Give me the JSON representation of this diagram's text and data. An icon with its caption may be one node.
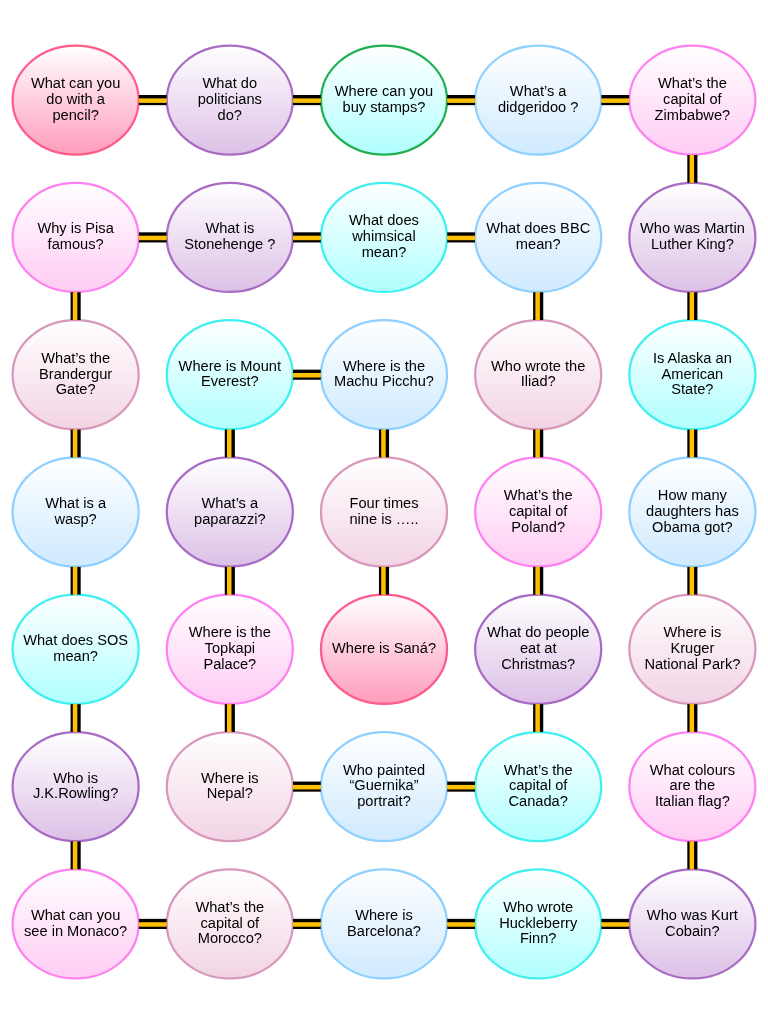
{
  "diagram": {
    "nodes": [
      {
        "text": [
          "What can you do with a pencil?"
        ]
      },
      {
        "text": [
          "What do politicians do?"
        ]
      },
      {
        "text": [
          "Where can you buy stamps?"
        ]
      },
      {
        "text": [
          "What’s a didgeridoo ?"
        ]
      },
      {
        "text": [
          "What’s the capital of Zimbabwe?"
        ]
      },
      {
        "text": [
          "Why is Pisa famous?"
        ]
      },
      {
        "text": [
          "What is Stonehenge ?"
        ]
      },
      {
        "text": [
          "What does whimsical mean?"
        ]
      },
      {
        "text": [
          "What does BBC mean?"
        ]
      },
      {
        "text": [
          "Who was Martin Luther King?"
        ]
      },
      {
        "text": [
          "What’s the Brandergur Gate?"
        ]
      },
      {
        "text": [
          "Where is Mount Everest?"
        ]
      },
      {
        "text": [
          "Where is the Machu Picchu?"
        ]
      },
      {
        "text": [
          "Who wrote the Iliad?"
        ]
      },
      {
        "text": [
          "Is Alaska an American State?"
        ]
      },
      {
        "text": [
          "What is a wasp?"
        ]
      },
      {
        "text": [
          "What’s a paparazzi?"
        ]
      },
      {
        "text": [
          "Four times nine is ….."
        ]
      },
      {
        "text": [
          "What’s the capital of Poland?"
        ]
      },
      {
        "text": [
          "How many daughters has Obama got?"
        ]
      },
      {
        "text": [
          "What does SOS mean?"
        ]
      },
      {
        "text": [
          "Where is the Topkapi Palace?"
        ]
      },
      {
        "text": [
          "Where is Saná?"
        ]
      },
      {
        "text": [
          "What do people eat at Christmas?"
        ]
      },
      {
        "text": [
          "Where is Kruger National Park?"
        ]
      },
      {
        "text": [
          "Who is J.K.Rowling?"
        ]
      },
      {
        "text": [
          "Where is Nepal?"
        ]
      },
      {
        "text": [
          "Who painted “Guernika” portrait?"
        ]
      },
      {
        "text": [
          "What’s the capital of Canada?"
        ]
      },
      {
        "text": [
          "What colours are the Italian flag?"
        ]
      },
      {
        "text": [
          "What can you see in Monaco?"
        ]
      },
      {
        "text": [
          "What’s the capital of Morocco?"
        ]
      },
      {
        "text": [
          "Where is Barcelona?"
        ]
      },
      {
        "text": [
          "Who wrote Huckleberry Finn?"
        ]
      },
      {
        "text": [
          "Who was Kurt Cobain?"
        ]
      }
    ],
    "edges": [
      {
        "from": 0,
        "to": 1,
        "arrow": "none"
      },
      {
        "from": 1,
        "to": 2,
        "arrow": "none"
      },
      {
        "from": 2,
        "to": 3,
        "arrow": "none"
      },
      {
        "from": 3,
        "to": 4,
        "arrow": "none"
      },
      {
        "from": 4,
        "to": 9,
        "arrow": "none"
      },
      {
        "from": 5,
        "to": 6,
        "arrow": "none"
      },
      {
        "from": 6,
        "to": 7,
        "arrow": "none"
      },
      {
        "from": 7,
        "to": 8,
        "arrow": "none"
      },
      {
        "from": 5,
        "to": 10,
        "arrow": "none"
      },
      {
        "from": 8,
        "to": 13,
        "arrow": "none"
      },
      {
        "from": 9,
        "to": 14,
        "arrow": "none"
      },
      {
        "from": 11,
        "to": 12,
        "arrow": "none"
      },
      {
        "from": 10,
        "to": 15,
        "arrow": "none"
      },
      {
        "from": 11,
        "to": 16,
        "arrow": "none"
      },
      {
        "from": 12,
        "to": 17,
        "arrow": "none"
      },
      {
        "from": 13,
        "to": 18,
        "arrow": "none"
      },
      {
        "from": 14,
        "to": 19,
        "arrow": "none"
      },
      {
        "from": 15,
        "to": 20,
        "arrow": "none"
      },
      {
        "from": 16,
        "to": 21,
        "arrow": "none"
      },
      {
        "from": 17,
        "to": 22,
        "arrow": "none"
      },
      {
        "from": 18,
        "to": 23,
        "arrow": "none"
      },
      {
        "from": 19,
        "to": 24,
        "arrow": "none"
      },
      {
        "from": 20,
        "to": 25,
        "arrow": "none"
      },
      {
        "from": 21,
        "to": 26,
        "arrow": "none"
      },
      {
        "from": 23,
        "to": 28,
        "arrow": "none"
      },
      {
        "from": 24,
        "to": 29,
        "arrow": "none"
      },
      {
        "from": 26,
        "to": 27,
        "arrow": "none"
      },
      {
        "from": 27,
        "to": 28,
        "arrow": "none"
      },
      {
        "from": 25,
        "to": 30,
        "arrow": "none"
      },
      {
        "from": 29,
        "to": 34,
        "arrow": "none"
      },
      {
        "from": 30,
        "to": 31,
        "arrow": "none"
      },
      {
        "from": 31,
        "to": 32,
        "arrow": "none"
      },
      {
        "from": 32,
        "to": 33,
        "arrow": "none"
      },
      {
        "from": 33,
        "to": 34,
        "arrow": "none"
      }
    ]
  }
}
